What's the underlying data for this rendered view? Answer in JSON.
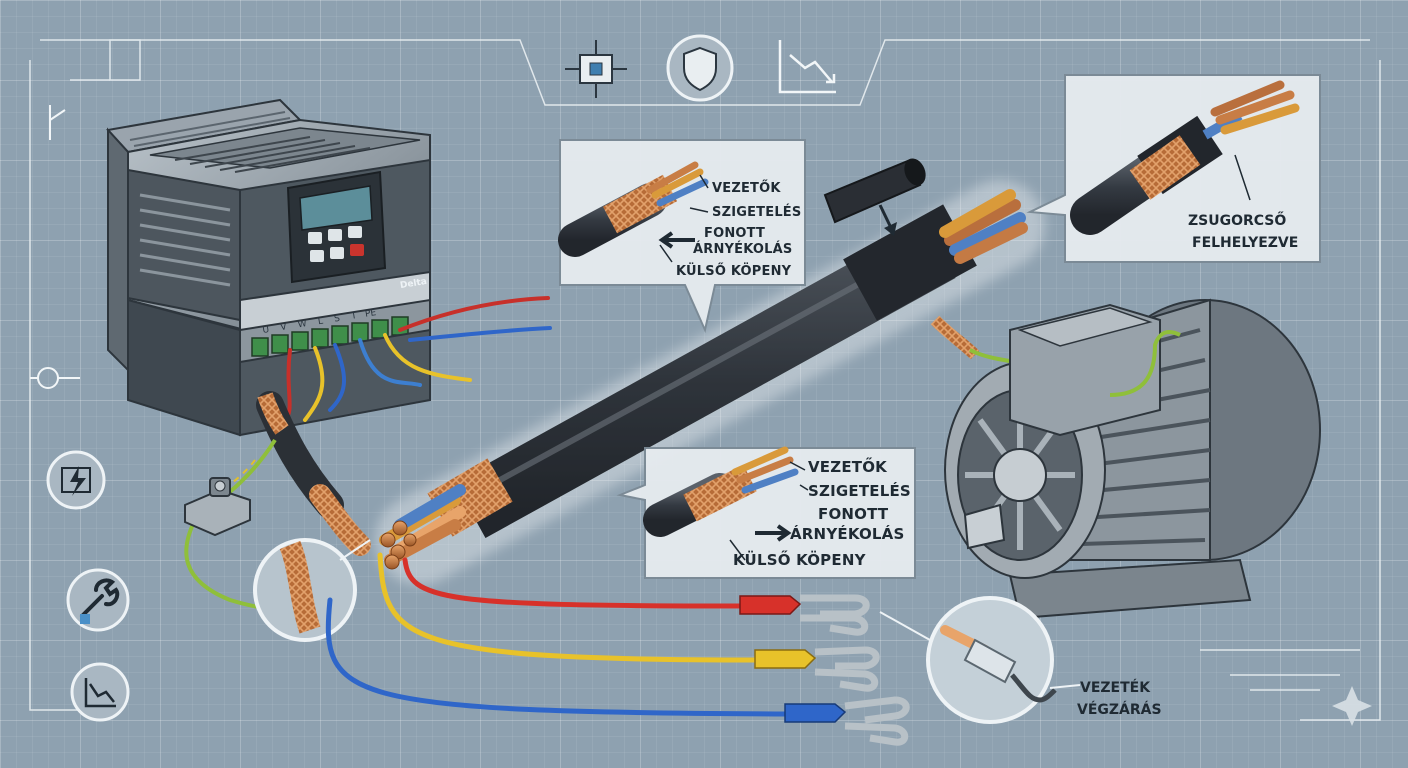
{
  "top_callout": {
    "conductors": "VEZETŐK",
    "insulation": "SZIGETELÉS",
    "braided": "FONOTT",
    "shielding": "ÁRNYÉKOLÁS",
    "outer_jacket": "KÜLSŐ KÖPENY"
  },
  "bottom_callout": {
    "conductors": "VEZETŐK",
    "insulation": "SZIGETELÉS",
    "braided": "FONOTT",
    "shielding": "ÁRNYÉKOLÁS",
    "outer_jacket": "KÜLSŐ KÖPENY"
  },
  "heatshrink_callout": {
    "line1": "ZSUGORCSŐ",
    "line2": "FELHELYEZVE"
  },
  "termination_callout": {
    "line1": "VEZETÉK",
    "line2": "VÉGZÁRÁS"
  },
  "vfd": {
    "brand": "Delta",
    "terminals": [
      "U",
      "V",
      "W",
      "L",
      "S",
      "T",
      "PE"
    ]
  },
  "colors": {
    "background": "#8ea1b0",
    "cable_jacket": "#3b4048",
    "copper": "#c87d45",
    "wire_red": "#d7312a",
    "wire_yellow": "#e8c22a",
    "wire_blue": "#2f66c9",
    "wire_green_yellow": "#8fbf3a",
    "panel": "#e6ebef"
  },
  "icons": [
    "chip-icon",
    "shield-icon",
    "chart-down-icon",
    "switch-icon",
    "power-icon",
    "lightning-icon",
    "wrench-icon",
    "chart-icon",
    "sparkle-icon"
  ]
}
